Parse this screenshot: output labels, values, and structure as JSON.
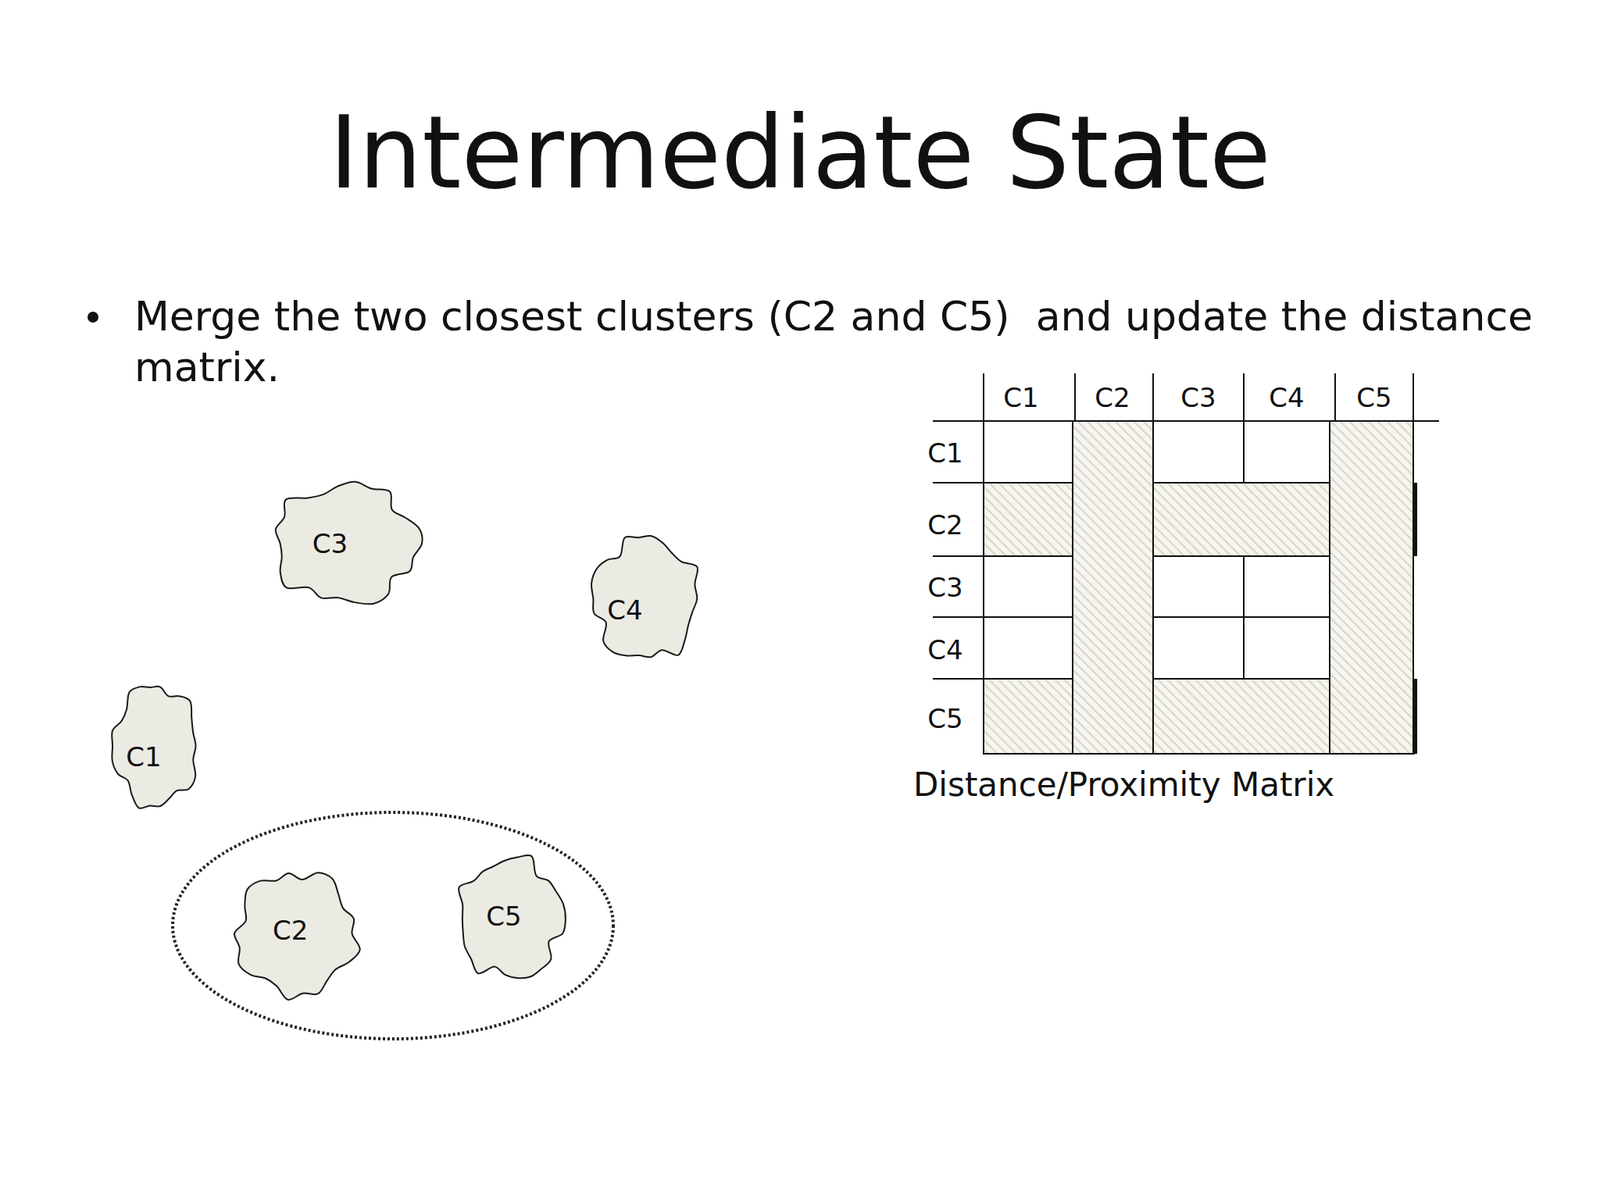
{
  "diagram": {
    "title": "Intermediate State",
    "nodes": [
      {
        "text": [
          "C3"
        ]
      },
      {
        "text": [
          "C4"
        ]
      },
      {
        "text": [
          "C1"
        ]
      },
      {
        "text": [
          "C2"
        ]
      },
      {
        "text": [
          "C5"
        ]
      }
    ],
    "labels": [
      "Merge the two closest clusters (C2 and C5)  and update the distance matrix.",
      "C1",
      "C2",
      "C3",
      "C4",
      "C5",
      "C1",
      "C2",
      "C3",
      "C4",
      "C5",
      "Distance/Proximity Matrix"
    ]
  }
}
